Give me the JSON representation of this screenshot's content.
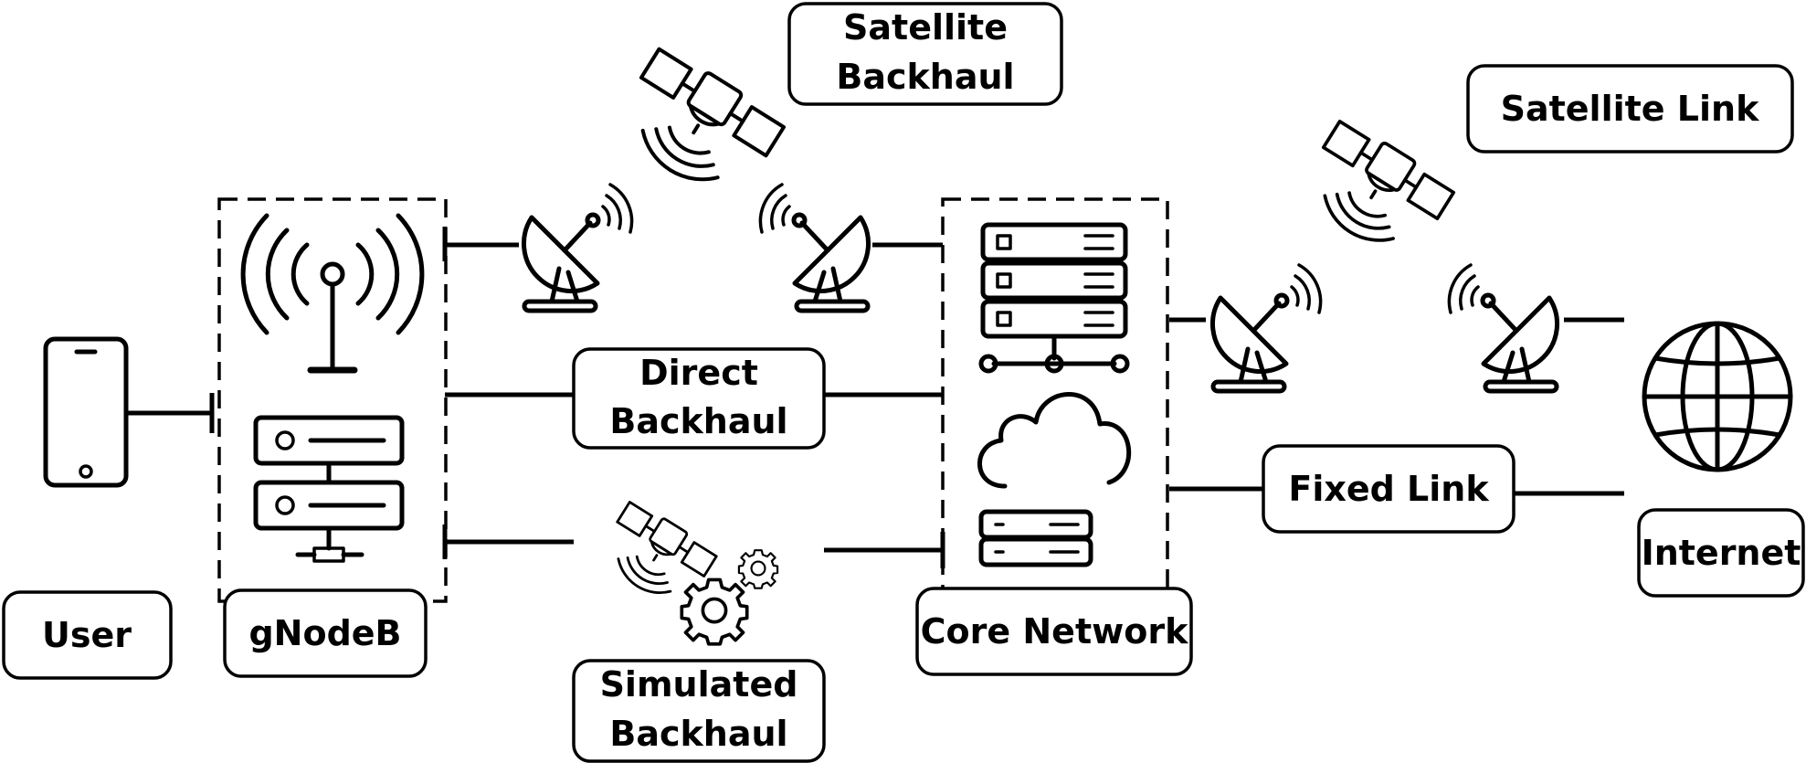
{
  "labels": {
    "user": "User",
    "gnodeb": "gNodeB",
    "core_network": "Core Network",
    "internet": "Internet",
    "satellite_backhaul": [
      "Satellite",
      "Backhaul"
    ],
    "direct_backhaul": [
      "Direct",
      "Backhaul"
    ],
    "simulated_backhaul": [
      "Simulated",
      "Backhaul"
    ],
    "satellite_link": "Satellite Link",
    "fixed_link": "Fixed Link"
  },
  "icons": [
    "smartphone-icon",
    "antenna-tower-icon",
    "server-rack-icon",
    "satellite-icon",
    "satellite-dish-icon",
    "server-network-icon",
    "cloud-server-icon",
    "gear-icon",
    "globe-icon"
  ]
}
